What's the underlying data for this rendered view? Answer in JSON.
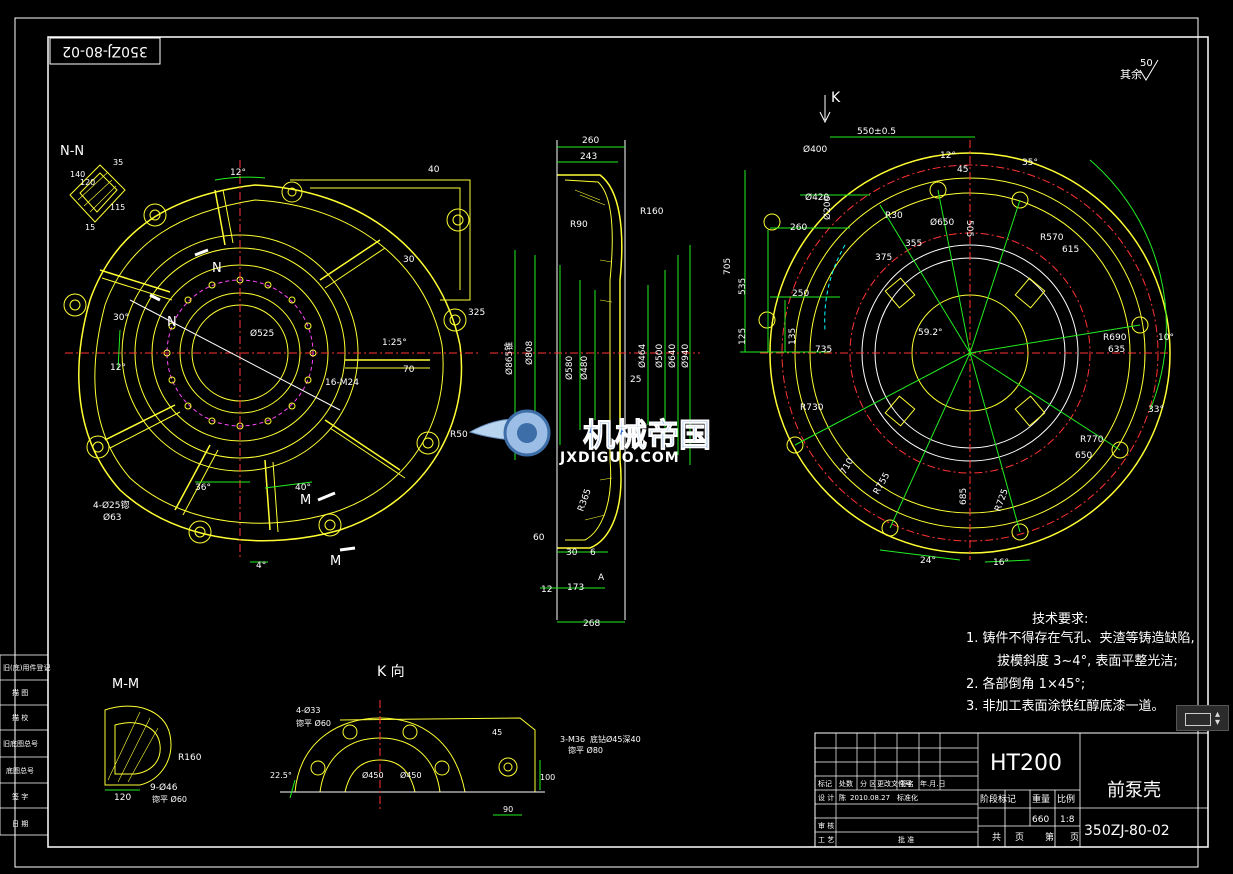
{
  "drawing": {
    "number_box": "350ZJ-80-02",
    "roughness_other": "其余",
    "roughness_value": "50",
    "views": {
      "nn": "N-N",
      "mm": "M-M",
      "k_label": "K",
      "k_view": "K 向",
      "n_marker": "N",
      "m_marker": "M"
    },
    "dims_left": [
      "12°",
      "40",
      "30°",
      "12°",
      "36°",
      "40°",
      "4°",
      "Ø525",
      "1:25°",
      "325",
      "30",
      "70",
      "16-M24",
      "R50",
      "4-Ø25锪",
      "Ø63",
      "140",
      "120",
      "115",
      "15",
      "35"
    ],
    "dims_mid": [
      "260",
      "243",
      "R160",
      "R90",
      "Ø865锥",
      "Ø808",
      "Ø580",
      "Ø480",
      "Ø464",
      "Ø500",
      "Ø640",
      "Ø940",
      "25",
      "R365",
      "60",
      "30",
      "6",
      "12",
      "173",
      "268",
      "A"
    ],
    "dims_right": [
      "550±0.5",
      "Ø400",
      "12°",
      "35°",
      "Ø420",
      "45",
      "R30",
      "Ø650",
      "505",
      "R570",
      "615",
      "Ø200",
      "260",
      "250",
      "705",
      "535",
      "125",
      "135",
      "735",
      "R730",
      "59.2°",
      "R690",
      "635",
      "10°",
      "33°",
      "R770",
      "650",
      "710",
      "R755",
      "685",
      "R725",
      "24°",
      "16°",
      "375",
      "355"
    ],
    "dims_mm": [
      "R160",
      "9-Ø46",
      "锪平 Ø60",
      "120"
    ],
    "dims_k": [
      "4-Ø33",
      "锪平 Ø60",
      "3-M36",
      "底钻Ø45深40",
      "锪平 Ø80",
      "22.5°",
      "Ø450",
      "Ø450",
      "45",
      "100",
      "90"
    ]
  },
  "watermark": {
    "name": "机械帝国",
    "url": "JXDIGUO.COM"
  },
  "requirements": {
    "heading": "技术要求:",
    "items": [
      "1. 铸件不得存在气孔、夹渣等铸造缺陷,",
      "拔模斜度 3~4°, 表面平整光洁;",
      "2. 各部倒角 1×45°;",
      "3. 非加工表面涂铁红醇底漆一道。"
    ]
  },
  "title_block": {
    "material": "HT200",
    "part_name": "前泵壳",
    "drawing_no": "350ZJ-80-02",
    "header_row": [
      "标记",
      "处数",
      "分 区",
      "更改文件号",
      "签名",
      "年.月.日"
    ],
    "design_row": [
      "设 计",
      "陈",
      "2010.08.27",
      "标准化"
    ],
    "stage_labels": [
      "阶段标记",
      "重量",
      "比例"
    ],
    "weight": "660",
    "scale": "1:8",
    "review": "审 核",
    "process": "工 艺",
    "approve": "批 准",
    "sheet": [
      "共",
      "页",
      "第",
      "页"
    ]
  },
  "side_table": [
    "旧(底)用件登记",
    "描 图",
    "描 校",
    "旧底图总号",
    "底图总号",
    "签 字",
    "日 期"
  ]
}
